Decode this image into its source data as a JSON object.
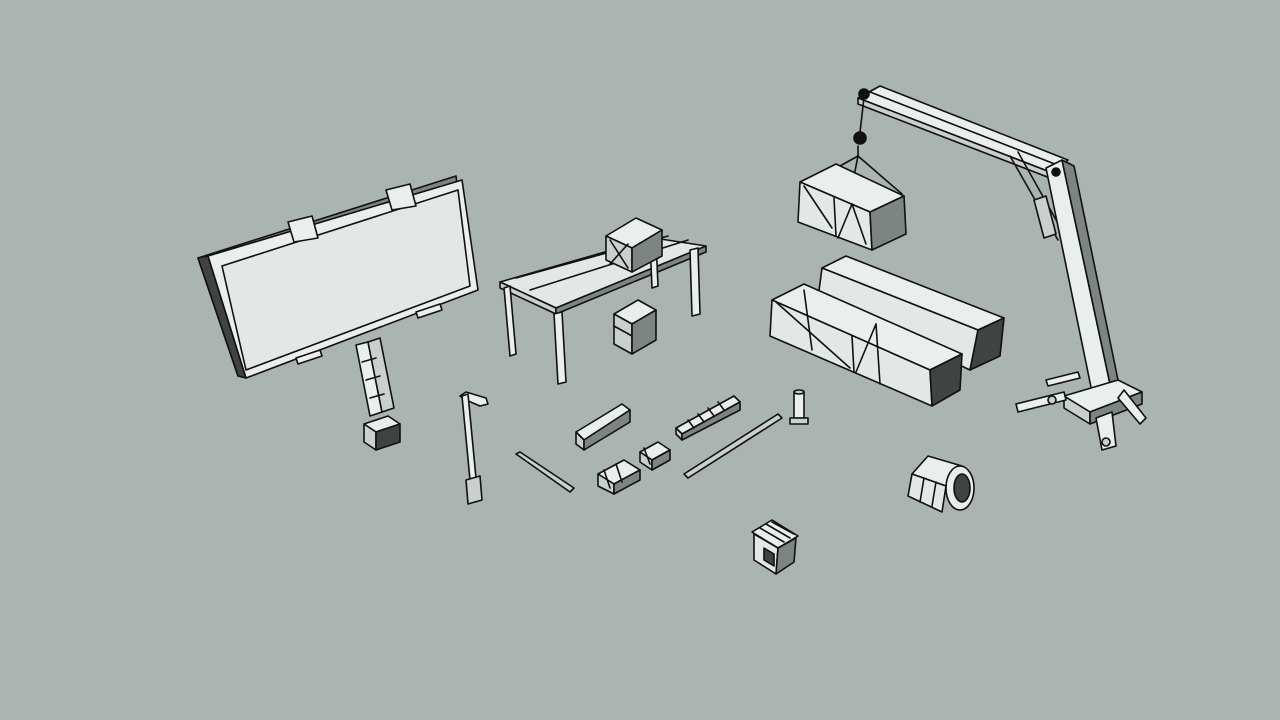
{
  "viewport": {
    "background": "#aab4b2",
    "face_light": "#e9eeee",
    "face_mid": "#c9d0cf",
    "face_dark": "#7d8584",
    "face_shadow": "#3f4443",
    "edge": "#111111"
  },
  "objects": [
    "billboard",
    "market-stall-table",
    "wooden-crate",
    "harbor-crane",
    "suspended-cargo-container",
    "shipping-container-front",
    "shipping-container-back",
    "street-lamp",
    "concrete-barrier",
    "striped-road-barriers",
    "curb-block-row",
    "bollard",
    "steel-rod-long",
    "steel-rod-short",
    "pipe-segment",
    "sewer-grate-box"
  ]
}
